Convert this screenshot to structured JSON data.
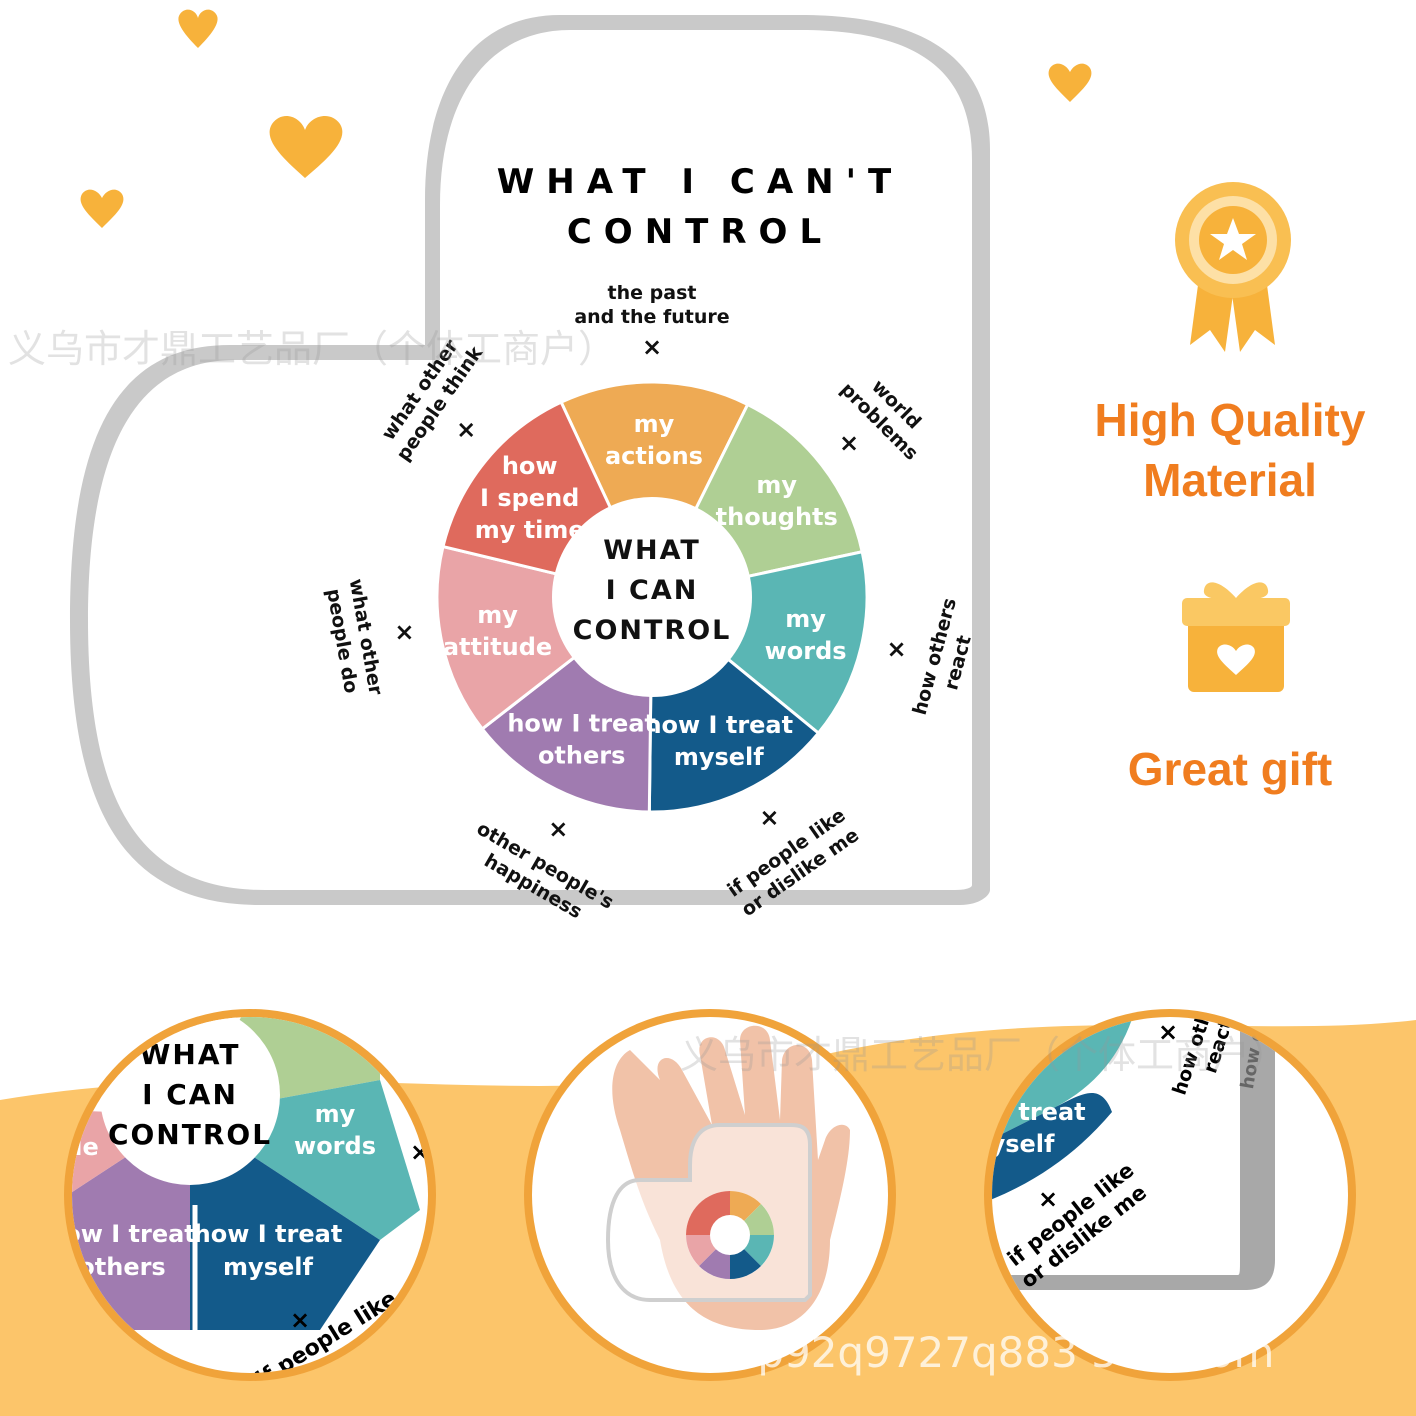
{
  "plaque": {
    "title_line1": "WHAT  I  CAN'T",
    "title_line2": "CONTROL",
    "wheel_center": [
      "WHAT",
      "I CAN",
      "CONTROL"
    ],
    "segments": [
      {
        "lines": [
          "my",
          "actions"
        ],
        "color": "#eeaa54"
      },
      {
        "lines": [
          "my",
          "thoughts"
        ],
        "color": "#afcf94"
      },
      {
        "lines": [
          "my",
          "words"
        ],
        "color": "#5ab6b4"
      },
      {
        "lines": [
          "how I treat",
          "myself"
        ],
        "color": "#135a8a"
      },
      {
        "lines": [
          "how I treat",
          "others"
        ],
        "color": "#a07bb0"
      },
      {
        "lines": [
          "my",
          "attitude"
        ],
        "color": "#e9a4a7"
      },
      {
        "lines": [
          "how",
          "I spend",
          "my time"
        ],
        "color": "#df6a5d"
      }
    ],
    "outside": [
      {
        "lines": [
          "the past",
          "and the future"
        ]
      },
      {
        "lines": [
          "world",
          "problems"
        ]
      },
      {
        "lines": [
          "how others",
          "react"
        ]
      },
      {
        "lines": [
          "if people like",
          "or dislike me"
        ]
      },
      {
        "lines": [
          "other people's",
          "happiness"
        ]
      },
      {
        "lines": [
          "what other",
          "people do"
        ]
      },
      {
        "lines": [
          "what other",
          "people think"
        ]
      }
    ],
    "x_mark": "×"
  },
  "features": {
    "quality_line1": "High Quality",
    "quality_line2": "Material",
    "gift": "Great gift"
  },
  "zoom_left": {
    "center": [
      "WHAT",
      "I CAN",
      "CONTROL"
    ],
    "words": [
      "my",
      "words"
    ],
    "others": [
      "ow I treat",
      "others"
    ],
    "myself": [
      "how I treat",
      "myself"
    ],
    "partial_left": "de",
    "bottom_note": "if people like"
  },
  "zoom_right": {
    "treat": [
      "treat",
      "yself"
    ],
    "note": [
      "if people like",
      "or dislike me"
    ],
    "react": [
      "how oth",
      "react"
    ],
    "edge": "how o"
  },
  "watermarks": {
    "top": "义乌市才鼎工艺品厂（个体工商户）",
    "middle": "义乌市才鼎工艺品厂（个体工商户）",
    "bottom": "hop92q9727q883 588.com"
  },
  "colors": {
    "accent": "#f07d1f",
    "gold": "#f7b23b",
    "band": "#fcc56a"
  }
}
